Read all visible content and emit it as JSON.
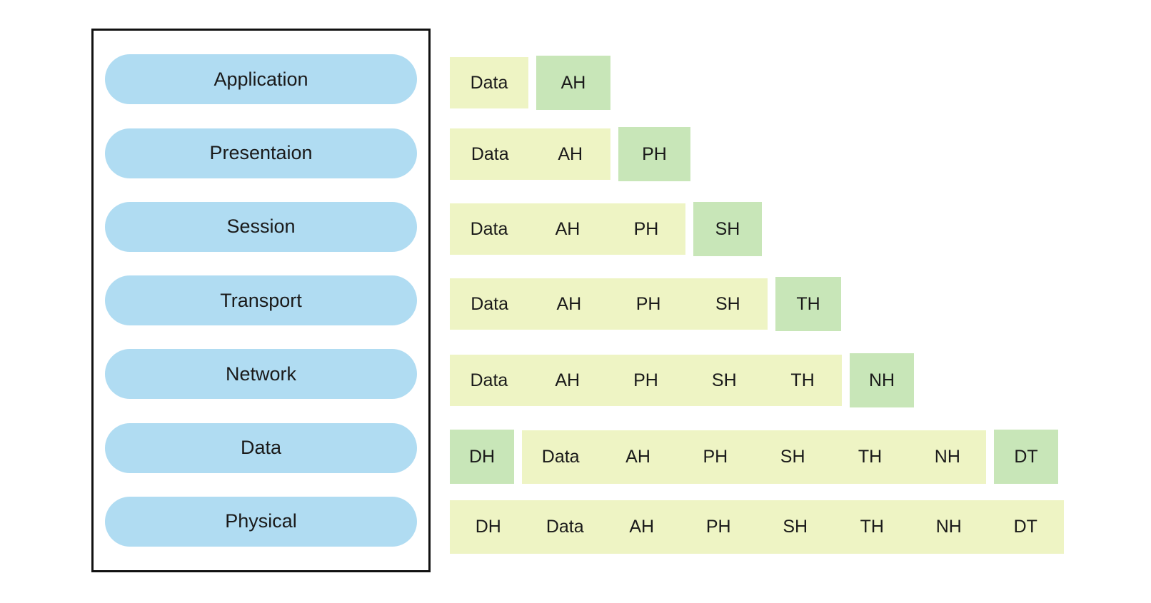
{
  "colors": {
    "layer_fill": "#b0dcf2",
    "payload_fill": "#eef4c4",
    "header_fill": "#c8e6b8",
    "panel_border": "#111111",
    "text": "#1a1a1a"
  },
  "layers": [
    {
      "label": "Application",
      "boxes": [
        {
          "kind": "payload",
          "labels": [
            "Data"
          ]
        },
        {
          "kind": "added-header",
          "labels": [
            "AH"
          ]
        }
      ]
    },
    {
      "label": "Presentaion",
      "boxes": [
        {
          "kind": "payload",
          "labels": [
            "Data",
            "AH"
          ]
        },
        {
          "kind": "added-header",
          "labels": [
            "PH"
          ]
        }
      ]
    },
    {
      "label": "Session",
      "boxes": [
        {
          "kind": "payload",
          "labels": [
            "Data",
            "AH",
            "PH"
          ]
        },
        {
          "kind": "added-header",
          "labels": [
            "SH"
          ]
        }
      ]
    },
    {
      "label": "Transport",
      "boxes": [
        {
          "kind": "payload",
          "labels": [
            "Data",
            "AH",
            "PH",
            "SH"
          ]
        },
        {
          "kind": "added-header",
          "labels": [
            "TH"
          ]
        }
      ]
    },
    {
      "label": "Network",
      "boxes": [
        {
          "kind": "payload",
          "labels": [
            "Data",
            "AH",
            "PH",
            "SH",
            "TH"
          ]
        },
        {
          "kind": "added-header",
          "labels": [
            "NH"
          ]
        }
      ]
    },
    {
      "label": "Data",
      "boxes": [
        {
          "kind": "added-header",
          "labels": [
            "DH"
          ]
        },
        {
          "kind": "payload",
          "labels": [
            "Data",
            "AH",
            "PH",
            "SH",
            "TH",
            "NH"
          ]
        },
        {
          "kind": "added-trailer",
          "labels": [
            "DT"
          ]
        }
      ]
    },
    {
      "label": "Physical",
      "boxes": [
        {
          "kind": "payload",
          "labels": [
            "DH",
            "Data",
            "AH",
            "PH",
            "SH",
            "TH",
            "NH",
            "DT"
          ]
        }
      ]
    }
  ]
}
